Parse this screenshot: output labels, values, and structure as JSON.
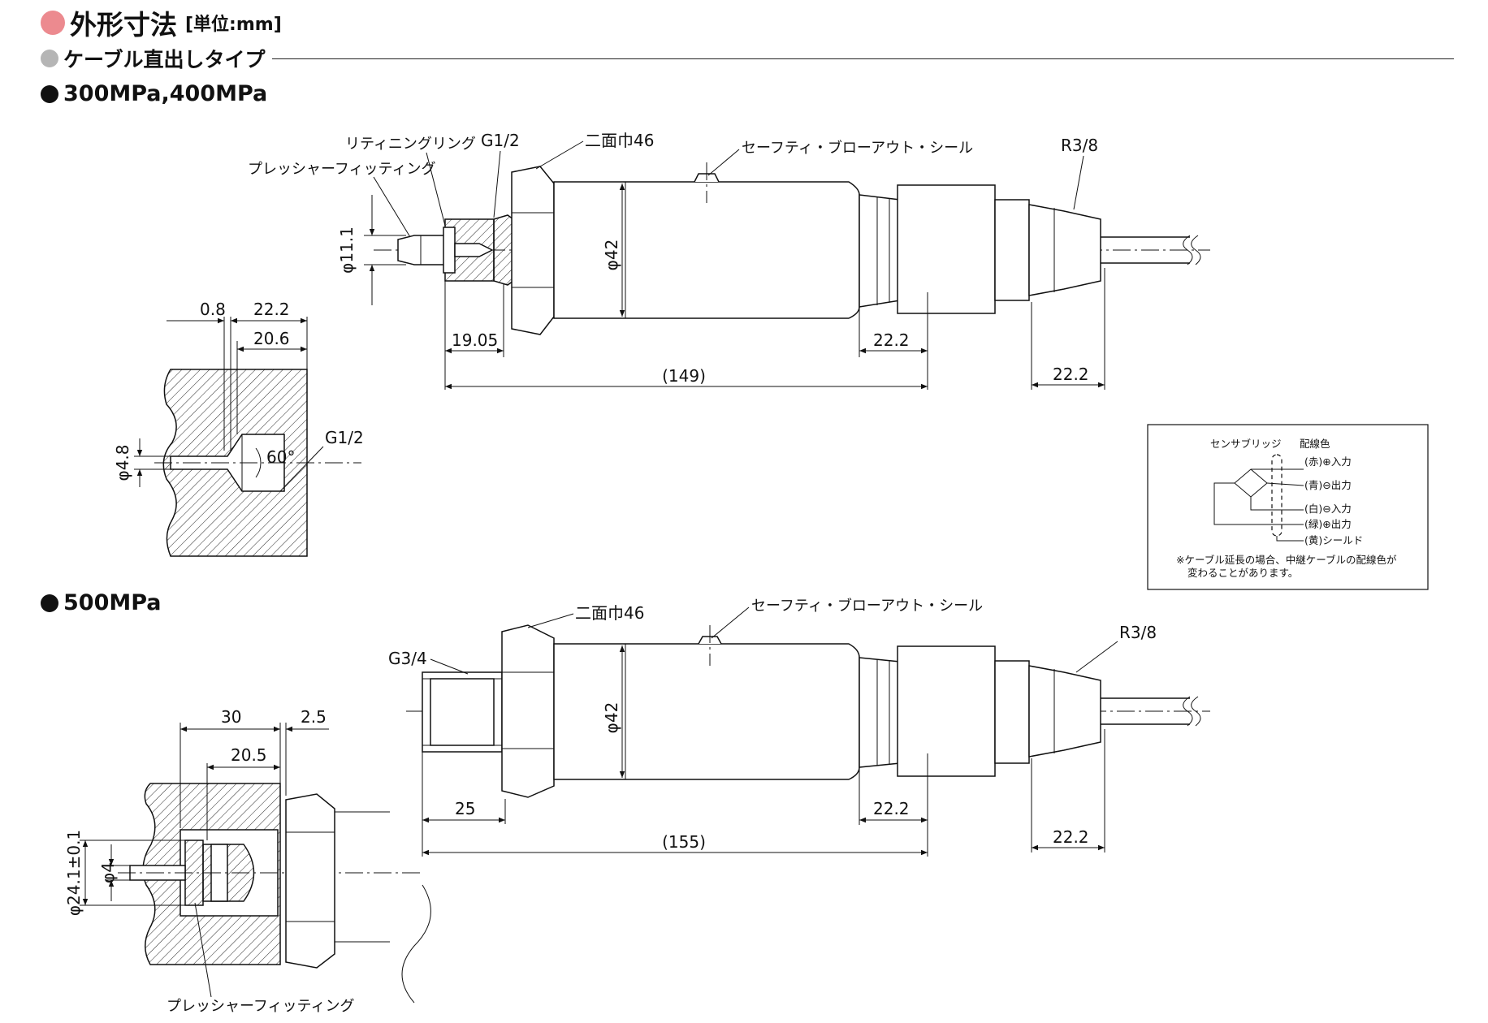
{
  "header": {
    "title": "外形寸法",
    "unit": "[単位:mm]",
    "subtitle": "ケーブル直出しタイプ",
    "accent_color": "#ec8a8f",
    "sub_dot_color": "#b5b5b5"
  },
  "section1": {
    "heading": "300MPa,400MPa",
    "labels": {
      "retaining_ring": "リティニングリング",
      "pressure_fitting": "プレッシャーフィッティング",
      "thread": "G1/2",
      "across_flats": "二面巾46",
      "safety_seal": "セーフティ・ブローアウト・シール",
      "r38": "R3/8",
      "phi111": "φ11.1",
      "phi42": "φ42",
      "d1905": "19.05",
      "d222a": "22.2",
      "d222b": "22.2",
      "d149": "(149)",
      "port_08": "0.8",
      "port_222": "22.2",
      "port_206": "20.6",
      "port_phi48": "φ4.8",
      "port_angle": "60°",
      "port_thread": "G1/2"
    }
  },
  "wiring": {
    "bridge": "センサブリッジ",
    "color_title": "配線色",
    "items": [
      "(赤)⊕入力",
      "(青)⊖出力",
      "(白)⊖入力",
      "(緑)⊕出力",
      "(黄)シールド"
    ],
    "note1": "※ケーブル延長の場合、中継ケーブルの配線色が",
    "note2": "変わることがあります。"
  },
  "section2": {
    "heading": "500MPa",
    "labels": {
      "thread": "G3/4",
      "across_flats": "二面巾46",
      "safety_seal": "セーフティ・ブローアウト・シール",
      "r38": "R3/8",
      "phi42": "φ42",
      "d25": "25",
      "d222a": "22.2",
      "d222b": "22.2",
      "d155": "(155)",
      "port_30": "30",
      "port_25": "2.5",
      "port_205": "20.5",
      "port_phi4": "φ4",
      "port_phi241": "φ24.1±0.1",
      "pressure_fitting": "プレッシャーフィッティング"
    }
  }
}
